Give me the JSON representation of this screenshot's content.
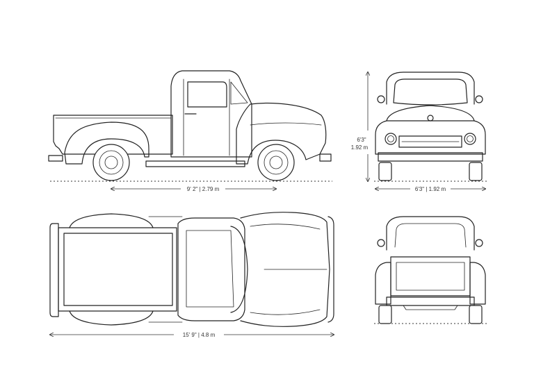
{
  "dimensions": {
    "side_width": "9' 2\" | 2.79 m",
    "front_height_ft": "6'3\"",
    "front_height_m": "1.92 m",
    "front_width": "6'3\" | 1.92 m",
    "top_length": "15' 9\" | 4.8 m"
  },
  "style": {
    "line_color": "#222222",
    "background": "#ffffff"
  }
}
